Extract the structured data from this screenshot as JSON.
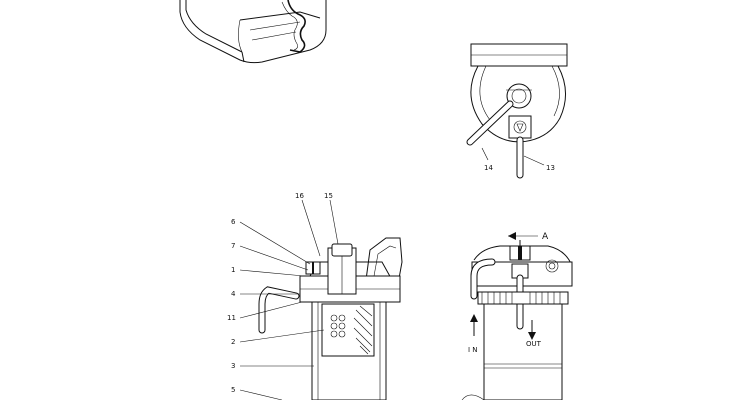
{
  "callouts": {
    "top_left_view": {
      "hose_14": "14",
      "hose_13": "13"
    },
    "section_view": {
      "c16": "16",
      "c15": "15",
      "c6": "6",
      "c7": "7",
      "c1": "1",
      "c4": "4",
      "c11": "11",
      "c2": "2",
      "c3": "3",
      "c5": "5"
    },
    "side_view": {
      "view_a": "A",
      "inlet": "I N",
      "outlet": "OUT"
    }
  },
  "colors": {
    "line": "#111111",
    "background": "#ffffff"
  }
}
